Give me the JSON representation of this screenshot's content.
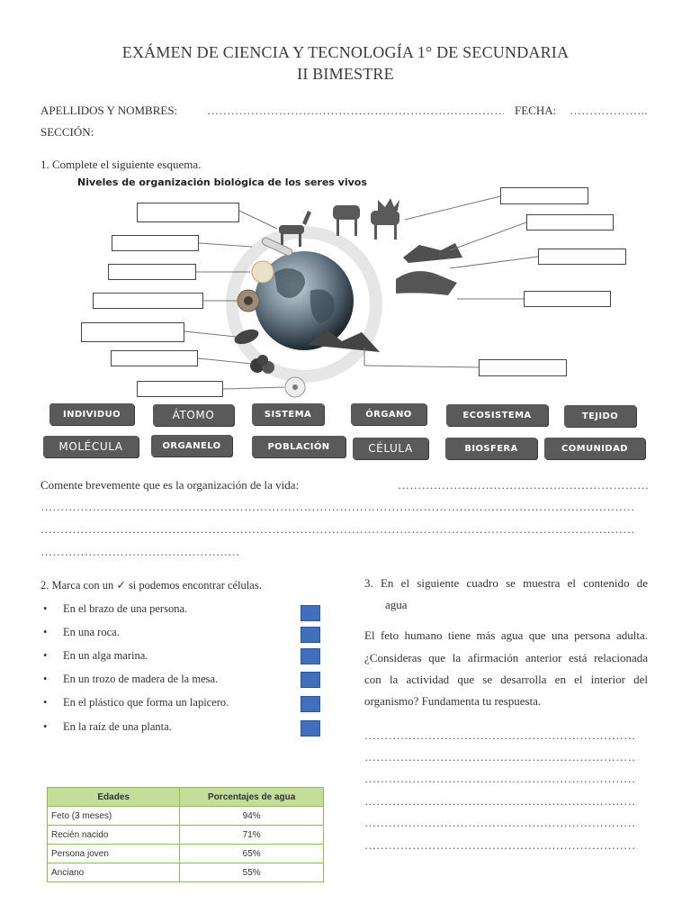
{
  "header": {
    "title_line1": "EXÁMEN DE CIENCIA Y TECNOLOGÍA 1° DE SECUNDARIA",
    "title_line2": "II BIMESTRE"
  },
  "student": {
    "name_label": "APELLIDOS  Y  NOMBRES:",
    "name_dots": "……………………………………………………………………",
    "date_label": "FECHA:",
    "date_dots": "………………..",
    "section_label": "SECCIÓN:"
  },
  "q1": {
    "prompt": "1.    Complete el siguiente esquema.",
    "diagram_title": "Niveles de organización biológica de los seres vivos",
    "chips_row1": [
      "INDIVIDUO",
      "ÁTOMO",
      "SISTEMA",
      "ÓRGANO",
      "ECOSISTEMA",
      "TEJIDO"
    ],
    "chips_row2": [
      "MOLÉCULA",
      "ORGANELO",
      "POBLACIÓN",
      "CÉLULA",
      "BIOSFERA",
      "COMUNIDAD"
    ],
    "comment_label": "Comente  brevemente  que  es  la  organización  de  la  vida:",
    "comment_dots_inline": "…………………………………………………………",
    "comment_dots_full": "……………………………………………………………………………………………………………………………………",
    "comment_dots_short": "……………………………………………"
  },
  "q2": {
    "prompt": "2.    Marca con un ✓ si podemos encontrar células.",
    "items": [
      "En el brazo de una persona.",
      "En una roca.",
      "En un alga marina.",
      "En un trozo de madera de la mesa.",
      "En el plástico que forma un lapicero.",
      "En la raíz de una planta."
    ],
    "bullet": "•"
  },
  "q3": {
    "prompt_line1": "3.    En  el  siguiente  cuadro  se  muestra  el  contenido  de",
    "prompt_line2": "agua",
    "para_line1": "El  feto  humano  tiene  más  agua  que  una  persona  adulta.",
    "para_line2": "¿Consideras  que  la  afirmación  anterior  está  relacionada",
    "para_line3": "con  la  actividad  que  se  desarrolla  en  el  interior  del",
    "para_line4": "organismo? Fundamenta tu respuesta.",
    "answer_dots": "…………………………………………………………………"
  },
  "table": {
    "headers": [
      "Edades",
      "Porcentajes de agua"
    ],
    "rows": [
      [
        "Feto (3 meses)",
        "94%"
      ],
      [
        "Recién nacido",
        "71%"
      ],
      [
        "Persona joven",
        "65%"
      ],
      [
        "Anciano",
        "55%"
      ]
    ]
  },
  "colors": {
    "checkbox_fill": "#3f6fbd",
    "table_header": "#c5dd9a",
    "table_border": "#8cbf4a",
    "chip_fill": "#5a5a5a"
  }
}
